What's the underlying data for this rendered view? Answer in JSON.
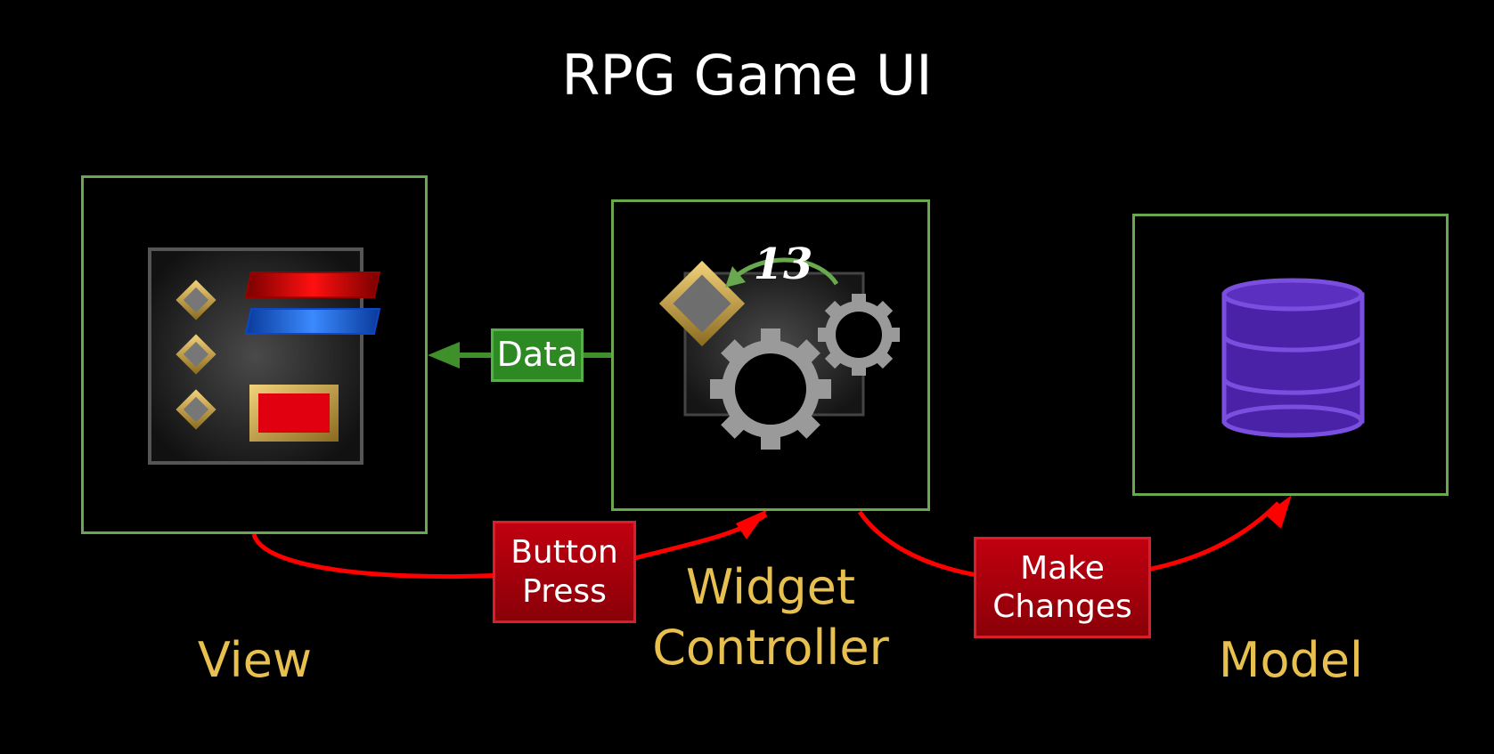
{
  "title": "RPG Game UI",
  "view": {
    "caption": "View"
  },
  "controller": {
    "caption_line1": "Widget",
    "caption_line2": "Controller",
    "counter": "13"
  },
  "model": {
    "caption": "Model"
  },
  "arrows": {
    "data": "Data",
    "button_press_line1": "Button",
    "button_press_line2": "Press",
    "make_changes_line1": "Make",
    "make_changes_line2": "Changes"
  },
  "colors": {
    "panel_border": "#6aa84f",
    "caption": "#e8c050",
    "arrow_red": "#ff0000",
    "arrow_green": "#3f8f2a",
    "database": "#5b2bb5"
  }
}
